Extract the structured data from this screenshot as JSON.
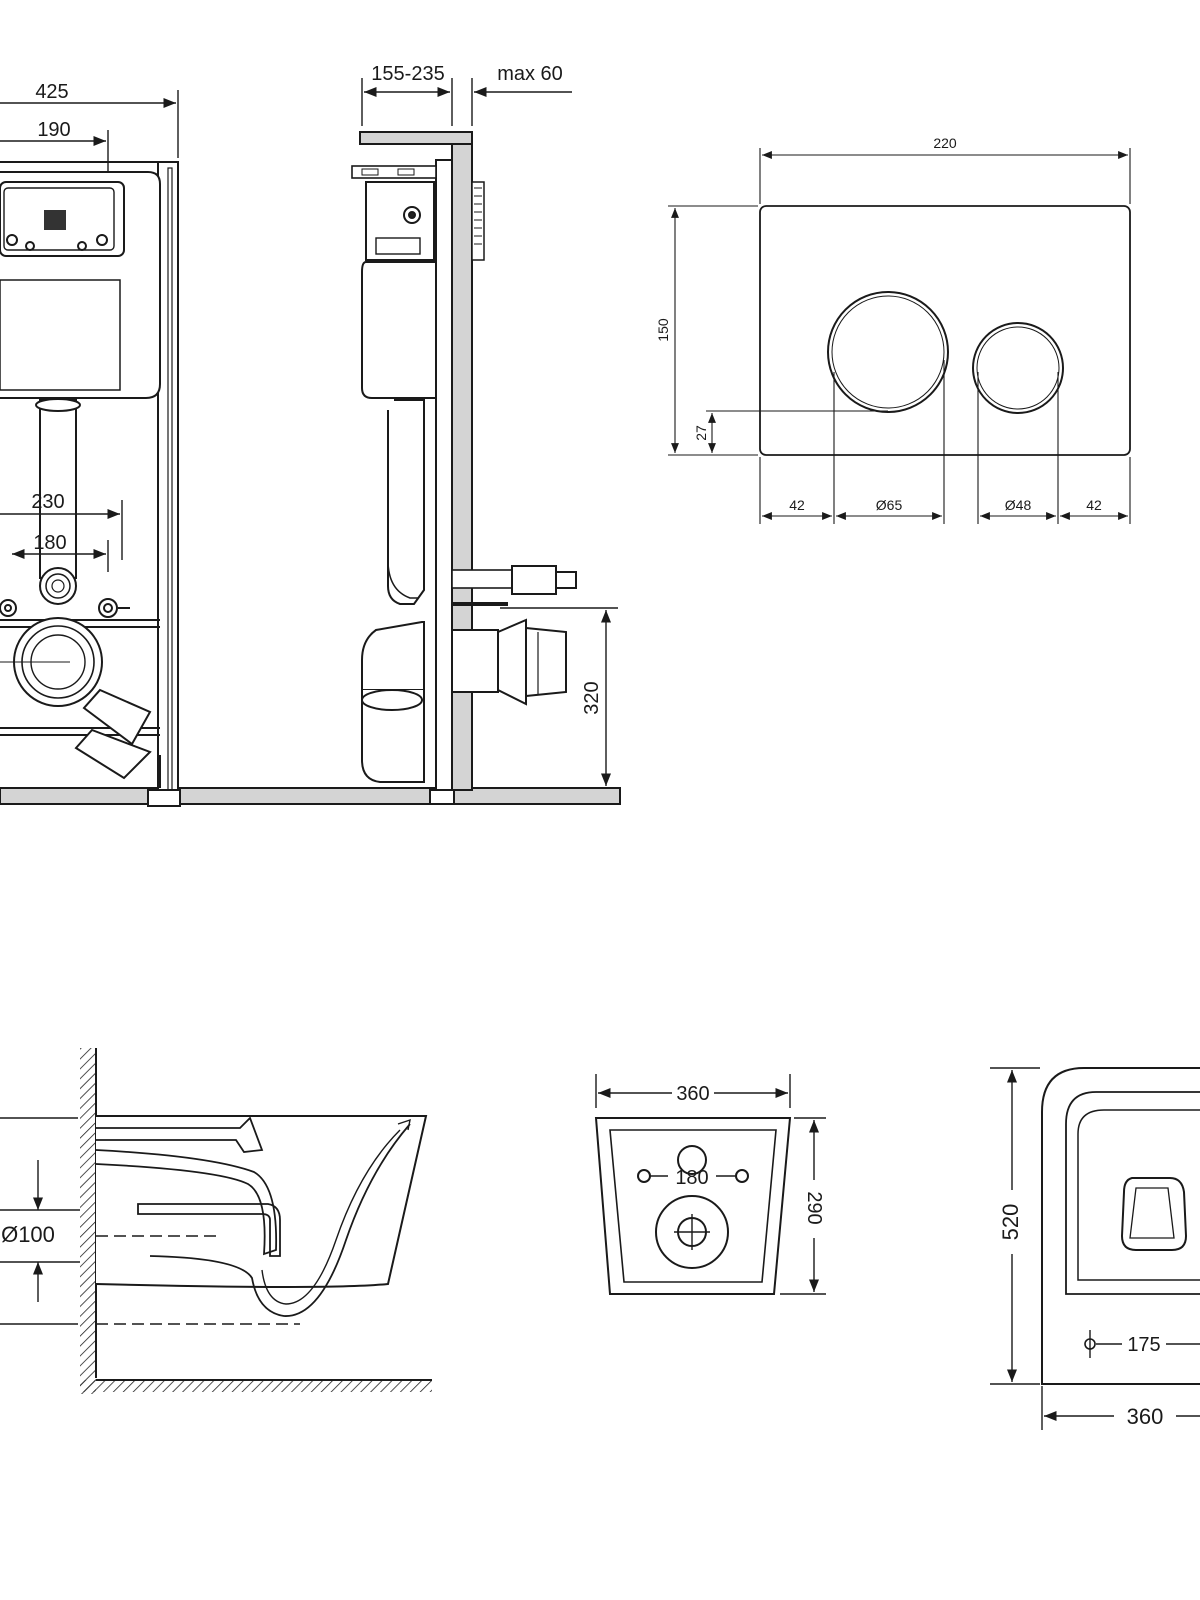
{
  "frame_front": {
    "width_label": "425",
    "cistern_width_label": "190",
    "pipe_span_label": "230",
    "bolt_span_label": "180"
  },
  "frame_side": {
    "depth_label": "155-235",
    "max_label": "max 60",
    "height_label": "320"
  },
  "flush_plate": {
    "width_label": "220",
    "height_label": "150",
    "offset_label": "27",
    "left_margin_label": "42",
    "big_button_label": "Ø65",
    "small_button_label": "Ø48",
    "right_margin_label": "42"
  },
  "bowl_side": {
    "outlet_label": "Ø100"
  },
  "bowl_back": {
    "width_label": "360",
    "bolt_label": "180",
    "height_label": "290"
  },
  "bowl_top": {
    "length_label": "520",
    "bolt_label": "175",
    "width_label": "360"
  }
}
